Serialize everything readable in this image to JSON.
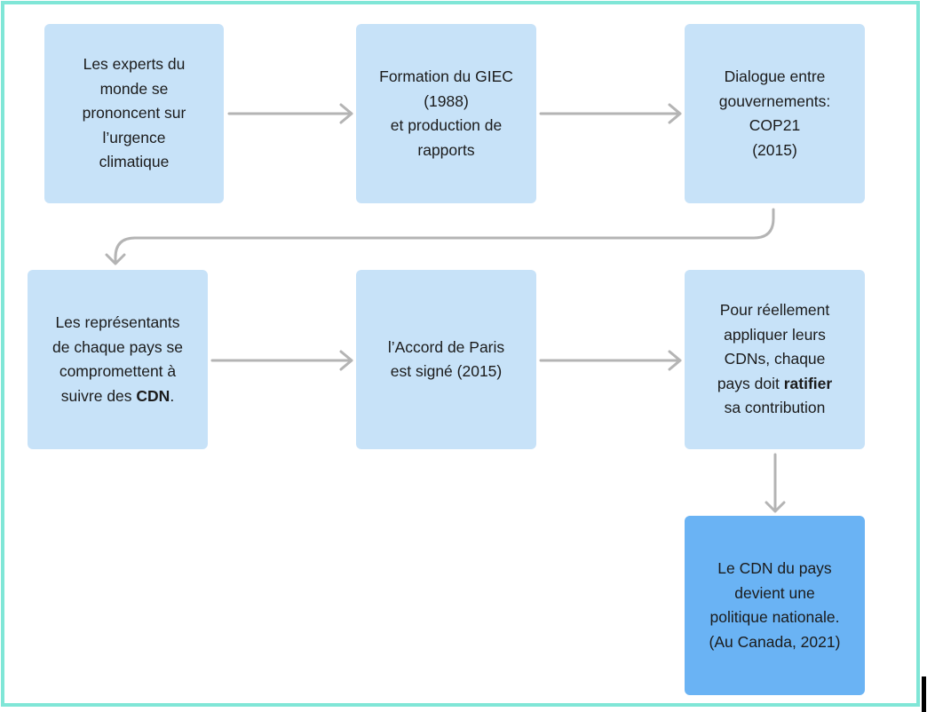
{
  "colors": {
    "node_fill": "#c7e2f8",
    "final_node_fill": "#6ab3f4",
    "arrow": "#b4b4b4",
    "frame": "#80e6d7",
    "text": "#1b1b1b"
  },
  "nodes": [
    {
      "id": "n1",
      "parts": [
        {
          "text": "Les experts du\nmonde se\nprononcent sur\nl’urgence\nclimatique"
        }
      ]
    },
    {
      "id": "n2",
      "parts": [
        {
          "text": "Formation du GIEC\n(1988)\net production de\nrapports"
        }
      ]
    },
    {
      "id": "n3",
      "parts": [
        {
          "text": "Dialogue entre\ngouvernements:\nCOP21\n(2015)"
        }
      ]
    },
    {
      "id": "n4",
      "parts": [
        {
          "text": "Les représentants\nde chaque pays se\ncompromettent à\nsuivre des "
        },
        {
          "text": "CDN",
          "bold": true
        },
        {
          "text": "."
        }
      ]
    },
    {
      "id": "n5",
      "parts": [
        {
          "text": "l’Accord de Paris\nest signé (2015)"
        }
      ]
    },
    {
      "id": "n6",
      "parts": [
        {
          "text": "Pour réellement\nappliquer leurs\nCDNs, chaque\npays doit "
        },
        {
          "text": "ratifier",
          "bold": true
        },
        {
          "text": "\nsa contribution"
        }
      ]
    },
    {
      "id": "n7",
      "parts": [
        {
          "text": "Le CDN du pays\ndevient une\npolitique nationale.\n(Au Canada, 2021)"
        }
      ]
    }
  ],
  "edges": [
    {
      "from": "n1",
      "to": "n2"
    },
    {
      "from": "n2",
      "to": "n3"
    },
    {
      "from": "n3",
      "to": "n4"
    },
    {
      "from": "n4",
      "to": "n5"
    },
    {
      "from": "n5",
      "to": "n6"
    },
    {
      "from": "n6",
      "to": "n7"
    }
  ]
}
